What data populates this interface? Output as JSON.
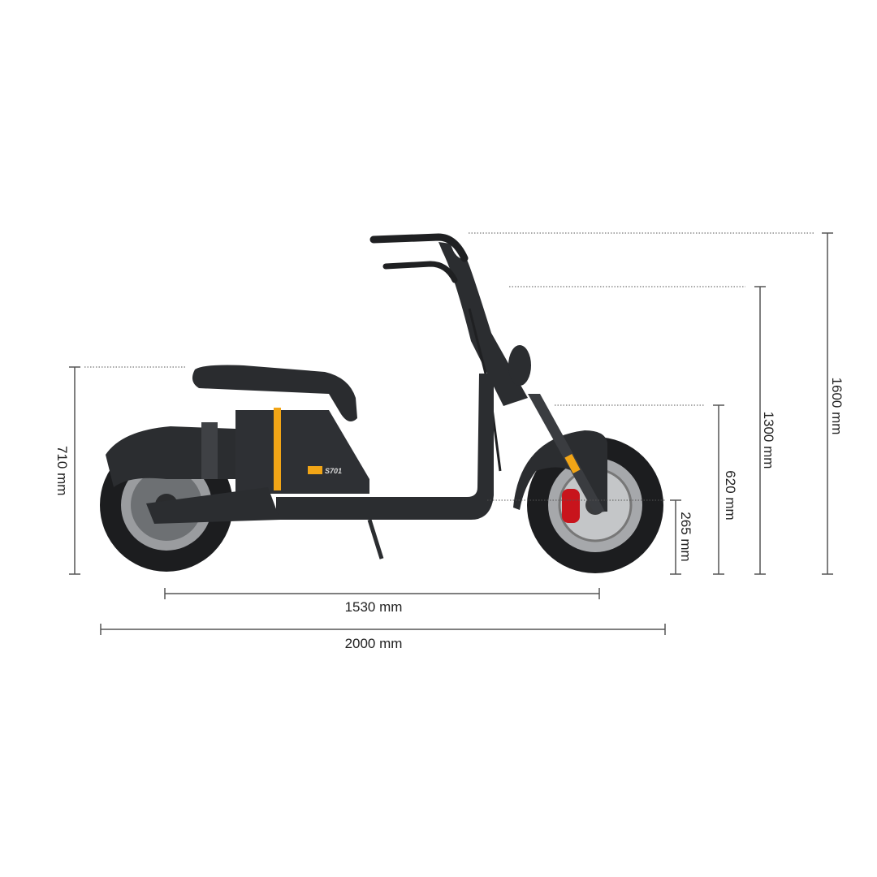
{
  "product": {
    "model_badge": "S701"
  },
  "dimensions": {
    "seat_height": "710 mm",
    "overall_height": "1600 mm",
    "handlebar_height": "1300 mm",
    "headlight_height": "620 mm",
    "deck_height": "265 mm",
    "wheelbase": "1530 mm",
    "overall_length": "2000 mm"
  },
  "colors": {
    "body": "#2b2d30",
    "accent": "#f2a516",
    "brake": "#c8141c",
    "line": "#555555"
  }
}
